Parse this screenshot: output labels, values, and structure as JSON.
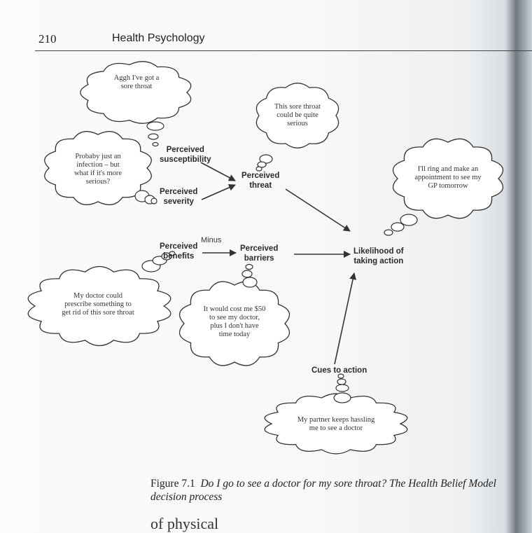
{
  "header": {
    "page_number": "210",
    "running_title": "Health Psychology"
  },
  "diagram": {
    "nodes": {
      "susceptibility": "Perceived\nsusceptibility",
      "severity": "Perceived\nseverity",
      "threat": "Perceived\nthreat",
      "benefits": "Perceived\nbenefits",
      "minus": "Minus",
      "barriers": "Perceived\nbarriers",
      "likelihood": "Likelihood of\ntaking action",
      "cues": "Cues to action"
    },
    "thoughts": {
      "sore_throat": "Aggh I've got a\nsore throat",
      "infection": "Probaby just an\ninfection – but\nwhat if it's more\nserious?",
      "serious": "This sore throat\ncould be quite\nserious",
      "ring": "I'll ring and make an\nappointment to see my\nGP tomorrow",
      "prescribe": "My doctor could\nprescribe something to\nget rid of this sore throat",
      "cost": "It would cost me $50\nto see my doctor,\nplus I don't have\ntime today",
      "partner": "My partner keeps hassling\nme to see a doctor"
    }
  },
  "caption": {
    "label": "Figure 7.1",
    "text": "Do I go to see a doctor for my sore throat? The Health Belief Model decision process"
  },
  "body_fragment": "of physical"
}
